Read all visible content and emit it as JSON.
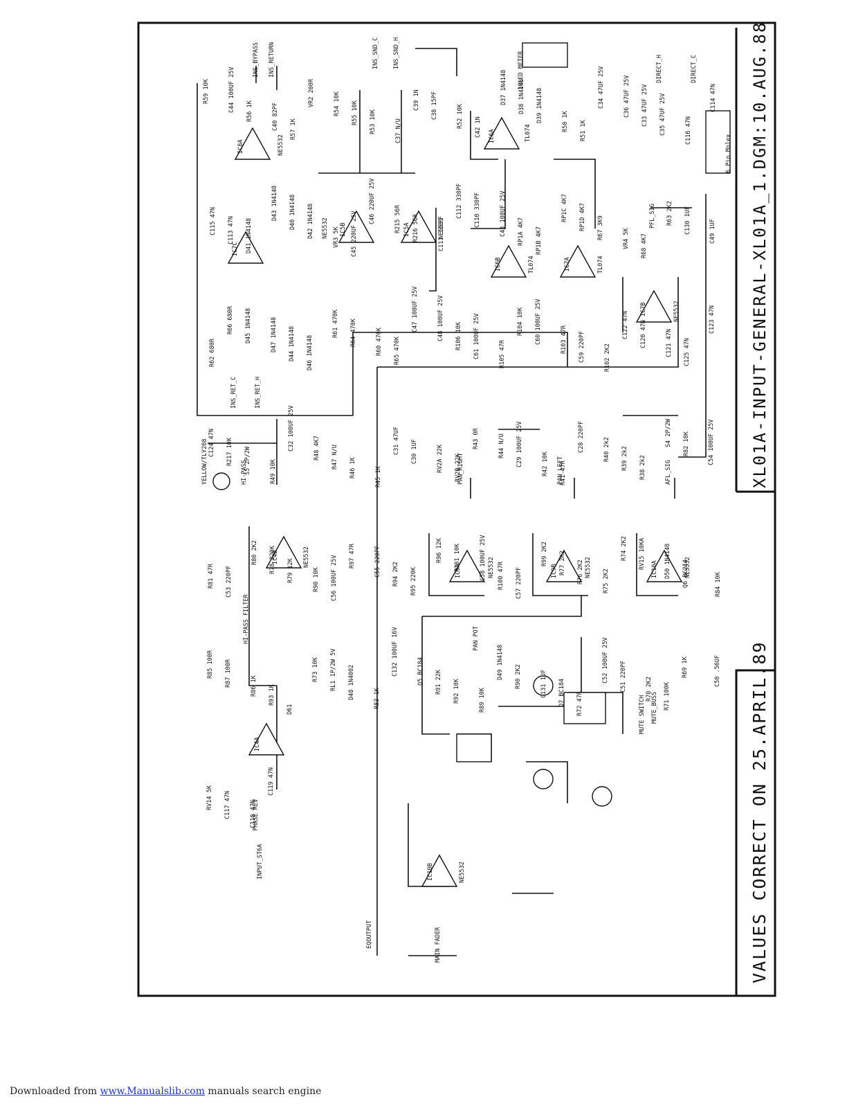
{
  "title": "XL01A-INPUT-GENERAL-XL01A_1.DGM:10.AUG.88",
  "values_note": "VALUES CORRECT ON 25.APRIL.89",
  "footer": {
    "prefix": "Downloaded from ",
    "link": "www.Manualslib.com",
    "suffix": " manuals search engine"
  },
  "ic_labels": [
    "IC4A",
    "IC4B",
    "IC5A",
    "IC5B",
    "IC6A",
    "IC6B",
    "IC7A",
    "IC7B",
    "IC7C",
    "IC8A",
    "IC9A",
    "IC9B",
    "IC10A",
    "IC10B"
  ],
  "opamp_types": [
    "NE5532",
    "TL074"
  ],
  "net_labels": [
    "INS_BYPASS",
    "INS_RETURN",
    "INS_SND_C",
    "INS_SND_H",
    "INS_RET_C",
    "INS_RET_H",
    "DIRECT_H",
    "DIRECT_C",
    "PFL_SIG",
    "AFL_SIG",
    "PAN_RIGHT",
    "PAN_LEFT",
    "MUTE_BUSS",
    "INPUT_ST6A",
    "EQOUTPUT",
    "10LED METER",
    "6 Pin Molex",
    "HI-PASS FILTER",
    "PHASE REV",
    "MAIN FADER",
    "MUTE SWITCH",
    "PAN POT",
    "HI-PASS",
    "YELLOW/TLY208"
  ],
  "component_labels": [
    "R59 10K",
    "C44 100UF 25V",
    "R56 1K",
    "C40 82PF",
    "R57 1K",
    "VR2 200R",
    "R54 10K",
    "R55 10K",
    "R53 10K",
    "C37 N/U",
    "C39 1N",
    "C38 15PF",
    "R52 10K",
    "C42 1N",
    "D37 1N4148",
    "D38 1N4148",
    "D39 1N4148",
    "R50 1K",
    "R51 1K",
    "C34 47UF 25V",
    "C36 47UF 25V",
    "C33 47UF 25V",
    "C35 47UF 25V",
    "C116 47N",
    "C114 47N",
    "C115 47N",
    "C113 47N",
    "D41 1N4148",
    "D43 1N4148",
    "D40 1N4148",
    "D42 1N4148",
    "VR3 5K",
    "C45 220UF 25V",
    "C46 220UF 25V",
    "R215 56R",
    "R216 56R",
    "C111 330PF",
    "C112 330PF",
    "C110 330PF",
    "C43 100UF 25V",
    "RP1A 4K7",
    "RP1B 4K7",
    "RP1C 4K7",
    "RP1D 4K7",
    "R67 3K9",
    "VR4 5K",
    "R68 4K7",
    "R63 2K2",
    "C130 1UF",
    "C49 1UF",
    "R62 680R",
    "R66 680R",
    "D45 1N4148",
    "D47 1N4148",
    "D44 1N4148",
    "D46 1N4148",
    "R61 470K",
    "R64 470K",
    "R60 470K",
    "R65 470K",
    "C47 100UF 25V",
    "C48 100UF 25V",
    "R106 10K",
    "C61 100UF 25V",
    "R105 47R",
    "R104 10K",
    "C60 100UF 25V",
    "R103 47R",
    "C59 220PF",
    "R102 2K2",
    "C122 47N",
    "C120 47N",
    "C121 47N",
    "C125 47N",
    "C123 47N",
    "C124 47N",
    "R217 10K",
    "S5 2P/2W",
    "R49 10K",
    "C32 100UF 25V",
    "R48 4K7",
    "R47 N/U",
    "R46 1K",
    "R45 1K",
    "C31 47UF",
    "C30 1UF",
    "RV2A 22K",
    "RV2B 22K",
    "R43 0R",
    "R44 N/U",
    "C29 100UF 25V",
    "R42 10K",
    "R41 47R",
    "C28 220PF",
    "R40 2k2",
    "R39 2k2",
    "R38 2k2",
    "S4 2P/2W",
    "R82 10K",
    "C54 100UF 25V",
    "R81 47R",
    "C53 220PF",
    "R80 2K2",
    "R78 220K",
    "R79 12K",
    "R90 10K",
    "C56 100UF 25V",
    "R97 47R",
    "C55 220PF",
    "R94 2K2",
    "R95 220K",
    "R96 12K",
    "R101 10K",
    "C58 100UF 25V",
    "R100 47R",
    "C57 220PF",
    "R99 2K2",
    "R77 2K2",
    "R76 2K2",
    "R75 2K2",
    "R74 2K2",
    "RV15 10KA",
    "D50 1N4148",
    "Q6 BC214",
    "R84 10K",
    "R85 100R",
    "R87 100R",
    "R86 1K",
    "R93 1K",
    "D61",
    "R73 10K",
    "RL1 1P/2W 5V",
    "D48 1N4002",
    "R83 1K",
    "C132 100UF 16V",
    "Q5 BC184",
    "R91 22K",
    "R92 10K",
    "R89 10K",
    "D49 1N4148",
    "R90 2K2",
    "C131 1UF",
    "Q7 BC184",
    "R72 47R",
    "C52 100UF 25V",
    "C51 220PF",
    "R70 2K2",
    "R71 100K",
    "R69 1K",
    "C50 .56UF",
    "RV14 5K",
    "C117 47N",
    "C118 47N",
    "C119 47N"
  ]
}
